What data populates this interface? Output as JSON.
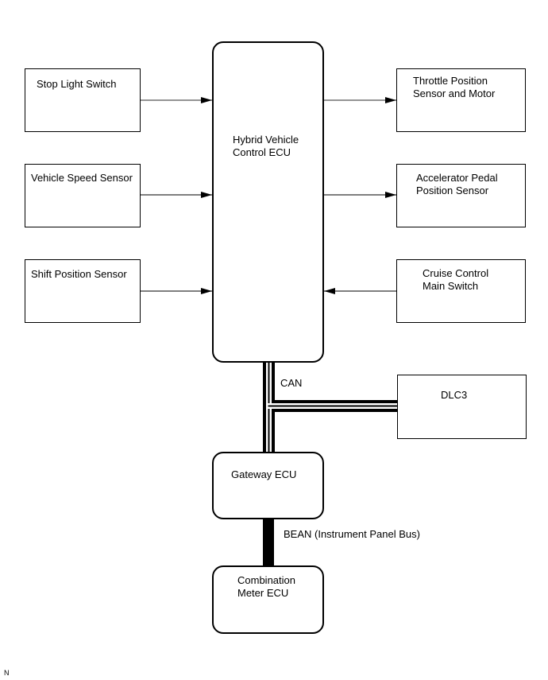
{
  "diagram": {
    "central": {
      "label": "Hybrid Vehicle\nControl ECU"
    },
    "inputs_left": [
      {
        "label": "Stop Light Switch",
        "direction": "to-ecu"
      },
      {
        "label": "Vehicle Speed Sensor",
        "direction": "to-ecu"
      },
      {
        "label": "Shift Position Sensor",
        "direction": "to-ecu"
      }
    ],
    "right_side": [
      {
        "label": "Throttle Position\nSensor and Motor",
        "direction": "from-ecu"
      },
      {
        "label": "Accelerator Pedal\nPosition Sensor",
        "direction": "from-ecu"
      },
      {
        "label": "Cruise Control\nMain Switch",
        "direction": "to-ecu"
      }
    ],
    "dlc": {
      "label": "DLC3"
    },
    "gateway": {
      "label": "Gateway ECU"
    },
    "meter": {
      "label": "Combination\nMeter ECU"
    },
    "buses": {
      "can": "CAN",
      "bean": "BEAN (Instrument Panel Bus)"
    },
    "corner_mark": "N"
  }
}
